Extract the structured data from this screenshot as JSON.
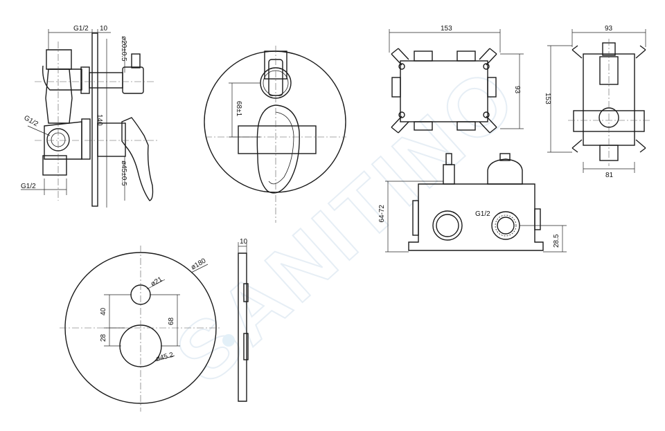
{
  "watermark": "SANITINO",
  "side_view": {
    "inlet_top": "G1/2",
    "plate_thickness": "10",
    "stem_diameter": "ø20±0.5",
    "height": "140",
    "inlet_left": "G1/2",
    "handle_diameter": "ø45±0.5",
    "inlet_bottom": "G1/2"
  },
  "front_view": {
    "spacing": "68±1"
  },
  "box_top_view": {
    "width": "153",
    "height": "93"
  },
  "box_side_view": {
    "width": "93",
    "height": "153",
    "depth": "81"
  },
  "box_front_view": {
    "depth_range": "64-72",
    "inlet": "G1/2",
    "inlet_height": "28.5"
  },
  "cover_plate": {
    "diameter": "ø180",
    "small_hole": "ø21",
    "offset_top": "40",
    "offset_bottom": "28",
    "spacing": "68",
    "large_hole": "ø45.2",
    "thickness": "10"
  }
}
